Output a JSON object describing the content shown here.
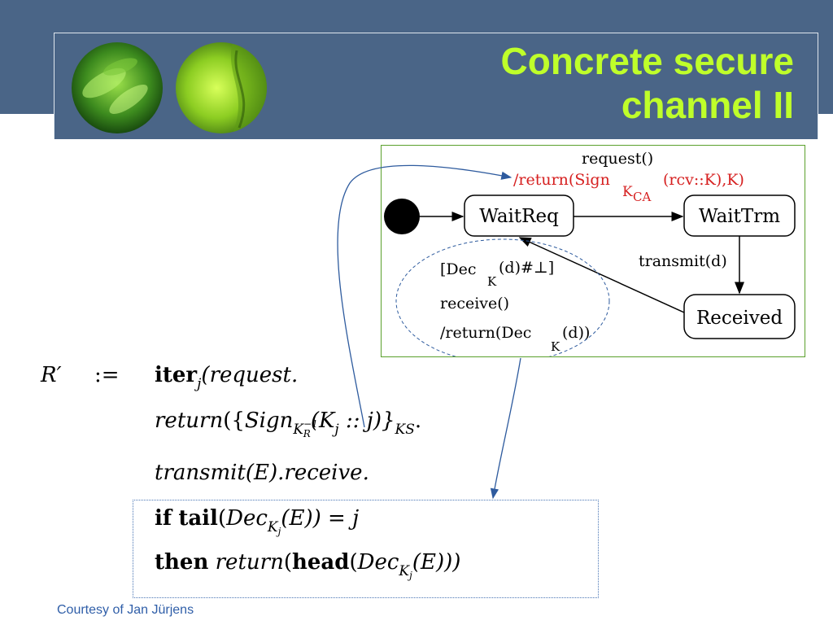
{
  "slide": {
    "title_line1": "Concrete secure",
    "title_line2": "channel II",
    "credit": "Courtesy of Jan Jürjens"
  },
  "diagram": {
    "states": {
      "waitreq": "WaitReq",
      "waittrm": "WaitTrm",
      "received": "Received"
    },
    "transitions": {
      "request_line": "request()",
      "return_prefix": "/return(Sign",
      "return_sub": "K",
      "return_subsub": "CA",
      "return_suffix": "(rcv::K),K)",
      "transmit": "transmit(d)",
      "guard_prefix": "[Dec",
      "guard_sub": "K",
      "guard_suffix": "(d)#⊥]",
      "receive": "receive()",
      "return2_prefix": "/return(Dec",
      "return2_sub": "K",
      "return2_suffix": "(d))"
    },
    "colors": {
      "frame": "#5aa02c",
      "highlight_red": "#d62020",
      "arrow_blue": "#2e5b9e"
    }
  },
  "formula": {
    "lhs": "R′",
    "assign": ":=",
    "line1_kw": "iter",
    "line1_sub": "j",
    "line1_rest": "(request.",
    "line2_ret": "return",
    "line2_a": "({",
    "line2_sign": "Sign",
    "line2_sub1": "K",
    "line2_sub1_sup": "−1",
    "line2_sub1_sub": "R",
    "line2_b": "(K",
    "line2_b_sub": "j",
    "line2_c": " :: j)}",
    "line2_d_sub": "KS",
    "line2_end": ".",
    "line3": "transmit(E).receive.",
    "line4_if": "if",
    "line4_tail": "tail",
    "line4_a": "(",
    "line4_dec": "Dec",
    "line4_dec_sub": "K",
    "line4_dec_subsub": "j",
    "line4_b": "(E)) = j",
    "line5_then": "then",
    "line5_ret": "return",
    "line5_head": "head",
    "line5_a": "(",
    "line5_dec": "Dec",
    "line5_dec_sub": "K",
    "line5_dec_subsub": "j",
    "line5_b": "(E)))"
  }
}
